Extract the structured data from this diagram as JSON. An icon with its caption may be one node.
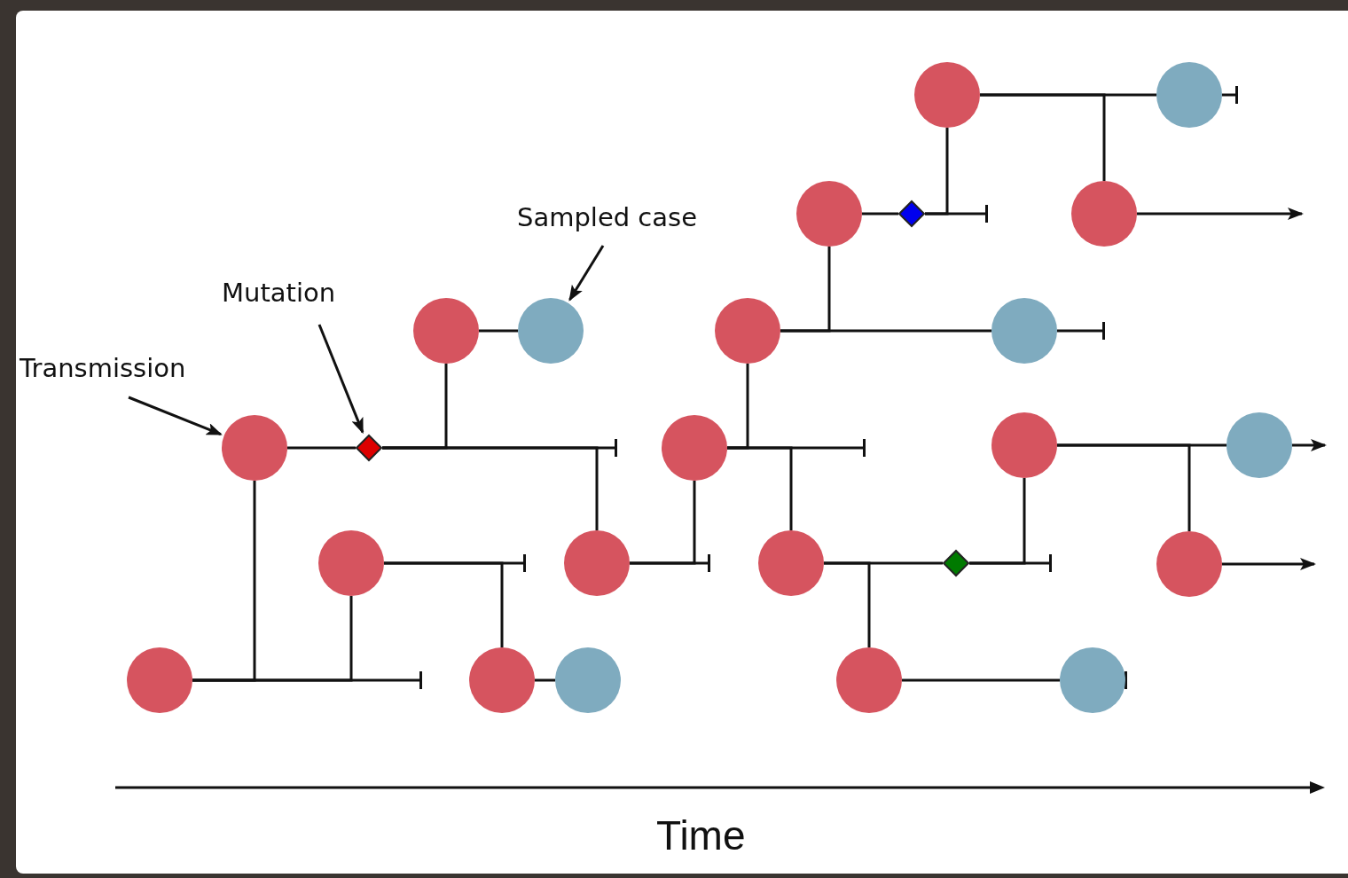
{
  "diagram": {
    "nodes": [
      {
        "text": [],
        "shape": "circle"
      },
      {
        "text": [],
        "shape": "circle"
      },
      {
        "text": [
          "Sampled case"
        ]
      },
      {
        "text": [],
        "shape": "circle"
      },
      {
        "text": [],
        "shape": "diamond"
      },
      {
        "text": [],
        "shape": "circle"
      },
      {
        "text": [
          "Mutation"
        ]
      },
      {
        "text": [],
        "shape": "circle"
      },
      {
        "text": [],
        "shape": "circle"
      },
      {
        "text": [],
        "shape": "circle"
      },
      {
        "text": [],
        "shape": "circle"
      },
      {
        "text": [
          "Transmission"
        ]
      },
      {
        "text": [],
        "shape": "circle"
      },
      {
        "text": [],
        "shape": "diamond"
      },
      {
        "text": [],
        "shape": "circle"
      },
      {
        "text": [],
        "shape": "circle"
      },
      {
        "text": [],
        "shape": "circle"
      },
      {
        "text": [],
        "shape": "circle"
      },
      {
        "text": [],
        "shape": "circle"
      },
      {
        "text": [],
        "shape": "circle"
      },
      {
        "text": [],
        "shape": "diamond"
      },
      {
        "text": [],
        "shape": "circle"
      },
      {
        "text": [],
        "shape": "circle"
      },
      {
        "text": [],
        "shape": "circle"
      },
      {
        "text": [],
        "shape": "circle"
      },
      {
        "text": [],
        "shape": "circle"
      },
      {
        "text": [],
        "shape": "circle"
      }
    ],
    "edges": [
      {
        "from": 0,
        "to": 1,
        "arrow": "none"
      },
      {
        "from": 1,
        "to": null,
        "arrow": "other"
      },
      {
        "from": 0,
        "to": 5,
        "arrow": "none"
      },
      {
        "from": 5,
        "to": null,
        "arrow": "to"
      },
      {
        "from": 3,
        "to": 4,
        "arrow": "none"
      },
      {
        "from": 4,
        "to": null,
        "arrow": "other"
      },
      {
        "from": 4,
        "to": 0,
        "arrow": "none"
      },
      {
        "from": 9,
        "to": 3,
        "arrow": "none"
      },
      {
        "from": 9,
        "to": 10,
        "arrow": "none"
      },
      {
        "from": 10,
        "to": null,
        "arrow": "other"
      },
      {
        "from": 14,
        "to": 9,
        "arrow": "none"
      },
      {
        "from": 14,
        "to": null,
        "arrow": "other"
      },
      {
        "from": 14,
        "to": 19,
        "arrow": "none"
      },
      {
        "from": 19,
        "to": 20,
        "arrow": "none"
      },
      {
        "from": 20,
        "to": null,
        "arrow": "other"
      },
      {
        "from": 19,
        "to": 25,
        "arrow": "none"
      },
      {
        "from": 25,
        "to": 26,
        "arrow": "none"
      },
      {
        "from": 26,
        "to": null,
        "arrow": "other"
      },
      {
        "from": 20,
        "to": 15,
        "arrow": "none"
      },
      {
        "from": 15,
        "to": 16,
        "arrow": "none"
      },
      {
        "from": 16,
        "to": null,
        "arrow": "to"
      },
      {
        "from": 15,
        "to": 21,
        "arrow": "none"
      },
      {
        "from": 21,
        "to": null,
        "arrow": "to"
      },
      {
        "from": 12,
        "to": 13,
        "arrow": "none"
      },
      {
        "from": 13,
        "to": null,
        "arrow": "other"
      },
      {
        "from": 13,
        "to": 7,
        "arrow": "none"
      },
      {
        "from": 7,
        "to": 8,
        "arrow": "none"
      },
      {
        "from": 13,
        "to": 18,
        "arrow": "none"
      },
      {
        "from": 18,
        "to": 14,
        "arrow": "none"
      },
      {
        "from": 18,
        "to": null,
        "arrow": "other"
      },
      {
        "from": 22,
        "to": 12,
        "arrow": "none"
      },
      {
        "from": 22,
        "to": 17,
        "arrow": "none"
      },
      {
        "from": 22,
        "to": null,
        "arrow": "other"
      },
      {
        "from": 17,
        "to": 23,
        "arrow": "none"
      },
      {
        "from": 17,
        "to": null,
        "arrow": "other"
      },
      {
        "from": 23,
        "to": 24,
        "arrow": "none"
      },
      {
        "from": 11,
        "to": 12,
        "arrow": "to"
      },
      {
        "from": 6,
        "to": 13,
        "arrow": "to"
      },
      {
        "from": 2,
        "to": 8,
        "arrow": "to"
      }
    ],
    "labels": [
      "Time"
    ]
  }
}
